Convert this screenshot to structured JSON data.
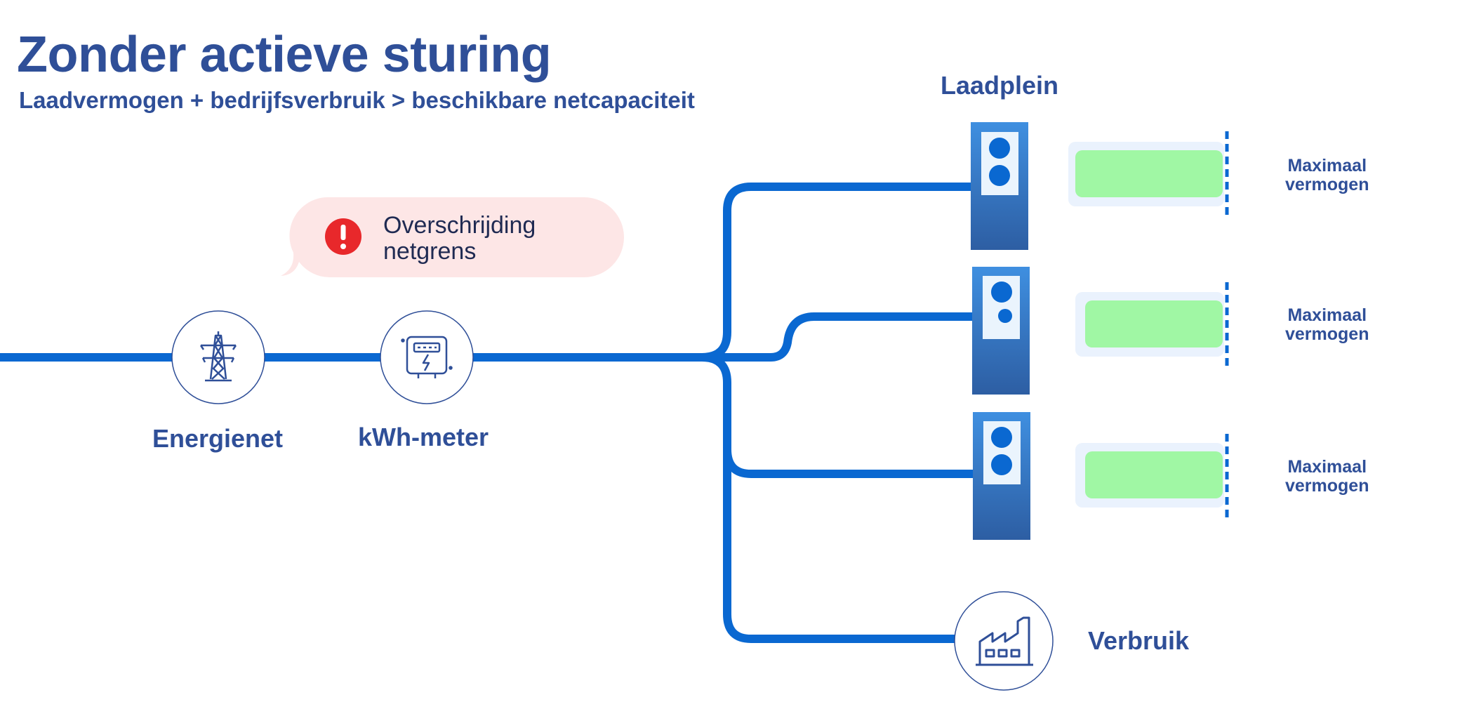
{
  "header": {
    "title": "Zonder actieve sturing",
    "subtitle": "Laadvermogen + bedrijfsverbruik > beschikbare netcapaciteit"
  },
  "alert": {
    "icon": "exclamation-icon",
    "line1": "Overschrijding",
    "line2": "netgrens"
  },
  "nodes": {
    "grid_label": "Energienet",
    "grid_icon": "transmission-tower-icon",
    "meter_label": "kWh-meter",
    "meter_icon": "electricity-meter-icon",
    "plaza_label": "Laadplein",
    "consumption_label": "Verbruik",
    "consumption_icon": "factory-icon"
  },
  "chargers": [
    {
      "max_line1": "Maximaal",
      "max_line2": "vermogen",
      "load_percent": 100
    },
    {
      "max_line1": "Maximaal",
      "max_line2": "vermogen",
      "load_percent": 100
    },
    {
      "max_line1": "Maximaal",
      "max_line2": "vermogen",
      "load_percent": 100
    }
  ],
  "colors": {
    "brand_text": "#2f4f98",
    "line_blue": "#0a68d1",
    "alert_red": "#e8282b",
    "alert_bg": "#fde6e6",
    "load_green": "#a0f7a4"
  }
}
